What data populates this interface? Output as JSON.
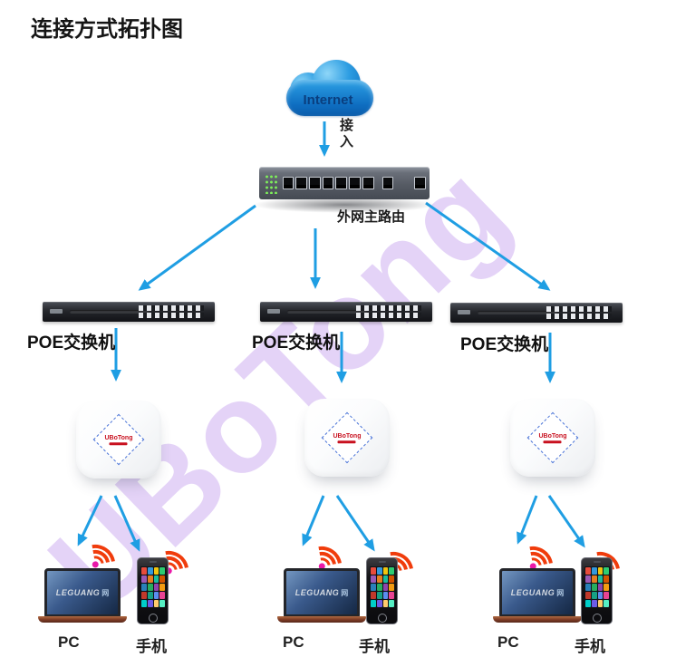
{
  "title": "连接方式拓扑图",
  "watermark": {
    "text": "UBoTong"
  },
  "internet": {
    "label": "Internet",
    "access_label": "接入"
  },
  "router": {
    "label": "外网主路由"
  },
  "ap": {
    "logo_text": "UBoTong"
  },
  "laptop": {
    "brand": "LEGUANG",
    "brand_suffix": "网"
  },
  "columns": [
    {
      "switch_label": "POE交换机",
      "pc_label": "PC",
      "phone_label": "手机"
    },
    {
      "switch_label": "POE交换机",
      "pc_label": "PC",
      "phone_label": "手机"
    },
    {
      "switch_label": "POE交换机",
      "pc_label": "PC",
      "phone_label": "手机"
    }
  ],
  "phone": {
    "app_palette": [
      "#e74c3c",
      "#3498db",
      "#f1c40f",
      "#2ecc71",
      "#9b59b6",
      "#e67e22",
      "#1abc9c",
      "#d35400",
      "#2980b9",
      "#27ae60",
      "#8e44ad",
      "#f39c12",
      "#c0392b",
      "#16a085",
      "#5b8def",
      "#e84393",
      "#00cec9",
      "#6c5ce7",
      "#fdcb6e",
      "#55efc4"
    ]
  },
  "colors": {
    "arrow": "#1F9EE3",
    "wifi_arc": "#F03C0C",
    "wifi_dot": "#EA18A8",
    "watermark": "rgba(190,150,235,0.42)",
    "diamond_border": "#4A74D8",
    "logo_red": "#C8101E"
  },
  "topology": {
    "connections": [
      "internet -> router",
      "router -> switch-1",
      "router -> switch-2",
      "router -> switch-3",
      "switch-1 -> ap-1",
      "switch-2 -> ap-2",
      "switch-3 -> ap-3",
      "ap-1 -> pc-1",
      "ap-1 -> phone-1",
      "ap-2 -> pc-2",
      "ap-2 -> phone-2",
      "ap-3 -> pc-3",
      "ap-3 -> phone-3"
    ]
  }
}
